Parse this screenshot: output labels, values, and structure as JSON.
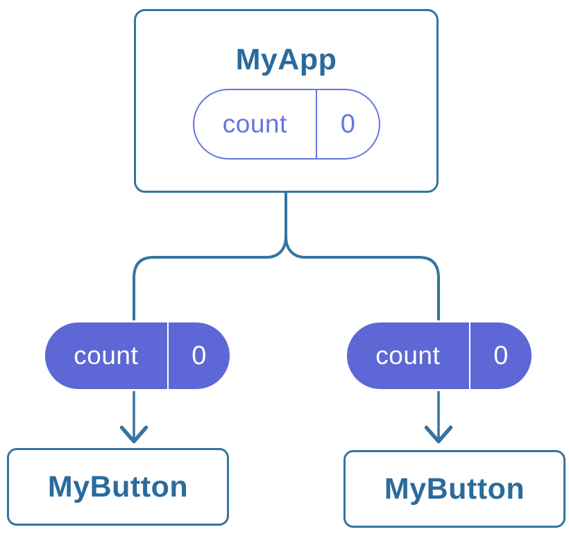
{
  "diagram": {
    "description": "Component tree passing a prop from parent to children",
    "nodes": {
      "root": {
        "title": "MyApp",
        "prop": {
          "name": "count",
          "value": "0"
        }
      },
      "children": [
        {
          "title": "MyButton",
          "prop": {
            "name": "count",
            "value": "0"
          }
        },
        {
          "title": "MyButton",
          "prop": {
            "name": "count",
            "value": "0"
          }
        }
      ]
    }
  },
  "colors": {
    "blue_line": "#35749e",
    "blue_text": "#2a6b9c",
    "purple_outline": "#6674e2",
    "purple_fill": "#5d67d5",
    "white": "#ffffff"
  }
}
